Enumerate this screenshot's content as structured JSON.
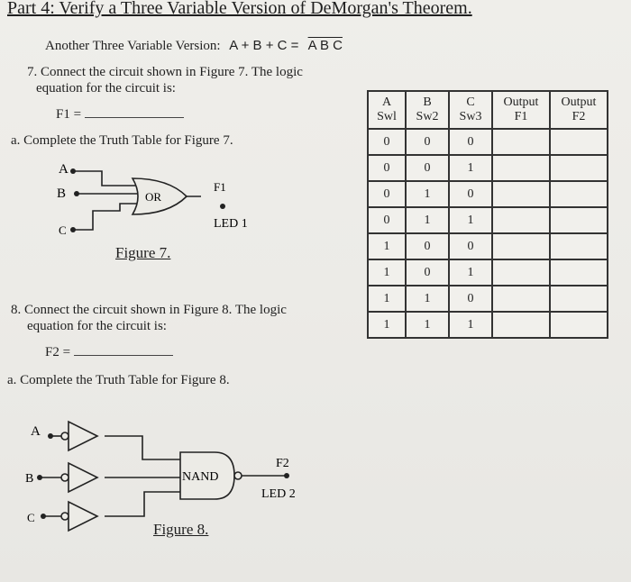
{
  "title": "Part 4: Verify a Three Variable Version of DeMorgan's Theorem.",
  "subtitle": {
    "label": "Another Three Variable Version:",
    "expr_lhs": "A + B + C = ",
    "expr_rhs": "A B C"
  },
  "q7": {
    "line1": "7. Connect the circuit shown in Figure 7. The logic",
    "line2": "equation for the circuit is:",
    "eq": "F1 =",
    "part_a": "a. Complete the Truth Table for Figure 7."
  },
  "figure7": {
    "in_a": "A",
    "in_b": "B",
    "in_c": "C",
    "gate": "OR",
    "out": "F1",
    "led": "LED 1",
    "caption": "Figure 7."
  },
  "q8": {
    "line1": "8. Connect the circuit shown in Figure 8. The logic",
    "line2": "equation for the circuit is:",
    "eq": "F2 =",
    "part_a": "a. Complete the Truth Table for Figure 8."
  },
  "figure8": {
    "in_a": "A",
    "in_b": "B",
    "in_c": "C",
    "gate": "NAND",
    "out": "F2",
    "led": "LED 2",
    "caption": "Figure 8."
  },
  "truth_table": {
    "headers": [
      {
        "top": "A",
        "bottom": "Swl"
      },
      {
        "top": "B",
        "bottom": "Sw2"
      },
      {
        "top": "C",
        "bottom": "Sw3"
      },
      {
        "top": "Output",
        "bottom": "F1"
      },
      {
        "top": "Output",
        "bottom": "F2"
      }
    ],
    "rows": [
      [
        "0",
        "0",
        "0",
        "",
        ""
      ],
      [
        "0",
        "0",
        "1",
        "",
        ""
      ],
      [
        "0",
        "1",
        "0",
        "",
        ""
      ],
      [
        "0",
        "1",
        "1",
        "",
        ""
      ],
      [
        "1",
        "0",
        "0",
        "",
        ""
      ],
      [
        "1",
        "0",
        "1",
        "",
        ""
      ],
      [
        "1",
        "1",
        "0",
        "",
        ""
      ],
      [
        "1",
        "1",
        "1",
        "",
        ""
      ]
    ]
  }
}
